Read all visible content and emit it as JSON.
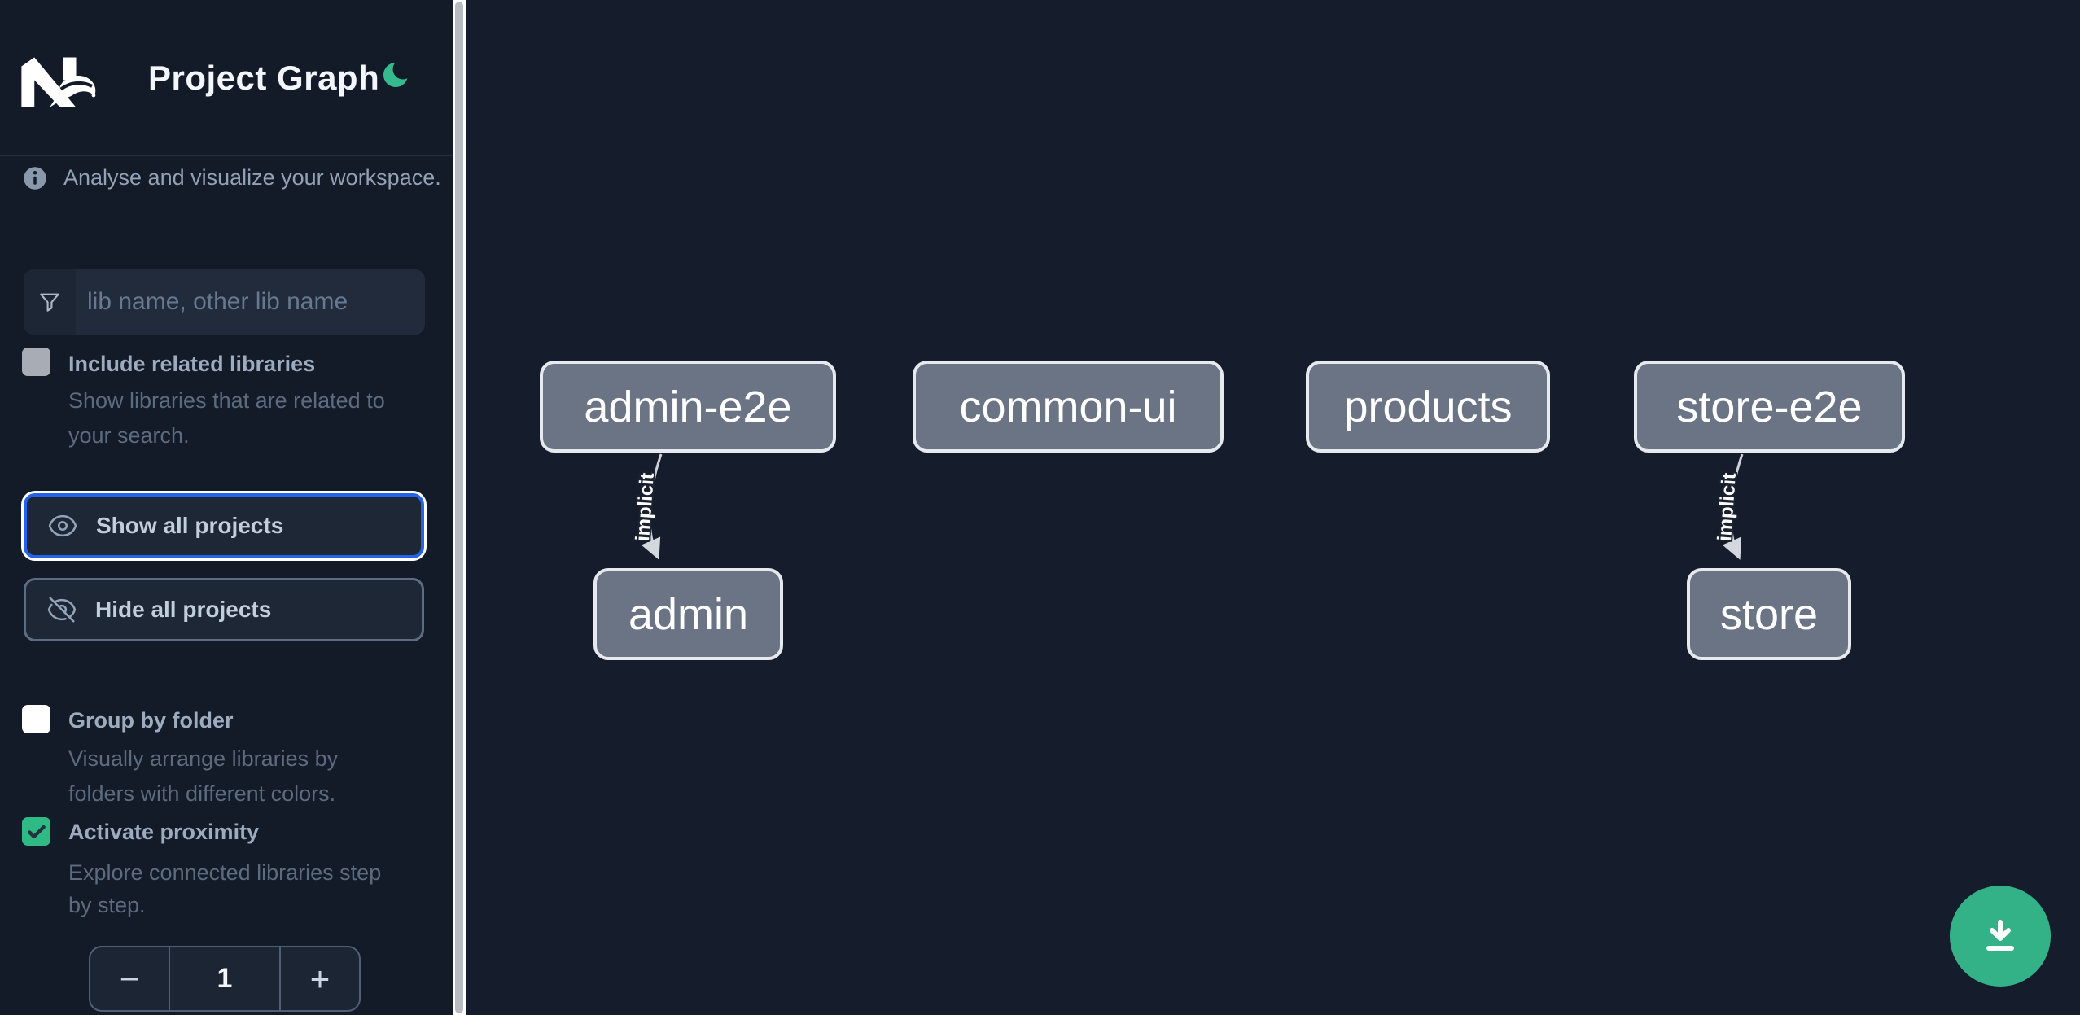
{
  "header": {
    "title": "Project Graph"
  },
  "intro": {
    "text": "Analyse and visualize your workspace."
  },
  "filter": {
    "placeholder": "lib name, other lib name"
  },
  "options": [
    {
      "label": "Include related libraries",
      "desc_line1": "Show libraries that are related to",
      "desc_line2": "your search.",
      "checked": false
    },
    {
      "label": "Group by folder",
      "desc_line1": "Visually arrange libraries by",
      "desc_line2": "folders with different colors.",
      "checked": false
    },
    {
      "label": "Activate proximity",
      "desc_line1": "Explore connected libraries step",
      "desc_line2": "by step.",
      "checked": true
    }
  ],
  "buttons": {
    "show_all": "Show all projects",
    "hide_all": "Hide all projects"
  },
  "stepper": {
    "decrease": "−",
    "value": "1",
    "increase": "+"
  },
  "graph": {
    "nodes": [
      {
        "label": "admin-e2e"
      },
      {
        "label": "common-ui"
      },
      {
        "label": "products"
      },
      {
        "label": "store-e2e"
      },
      {
        "label": "admin"
      },
      {
        "label": "store"
      }
    ],
    "edges": [
      {
        "label": "implicit",
        "from": "admin-e2e",
        "to": "admin"
      },
      {
        "label": "implicit",
        "from": "store-e2e",
        "to": "store"
      }
    ]
  },
  "colors": {
    "accent_green": "#34b287",
    "moon_green": "#36ba8d",
    "focus_blue": "#2563eb",
    "node_fill": "#6b7484",
    "sidebar_bg": "#131a28",
    "canvas_bg": "#151c2b"
  }
}
